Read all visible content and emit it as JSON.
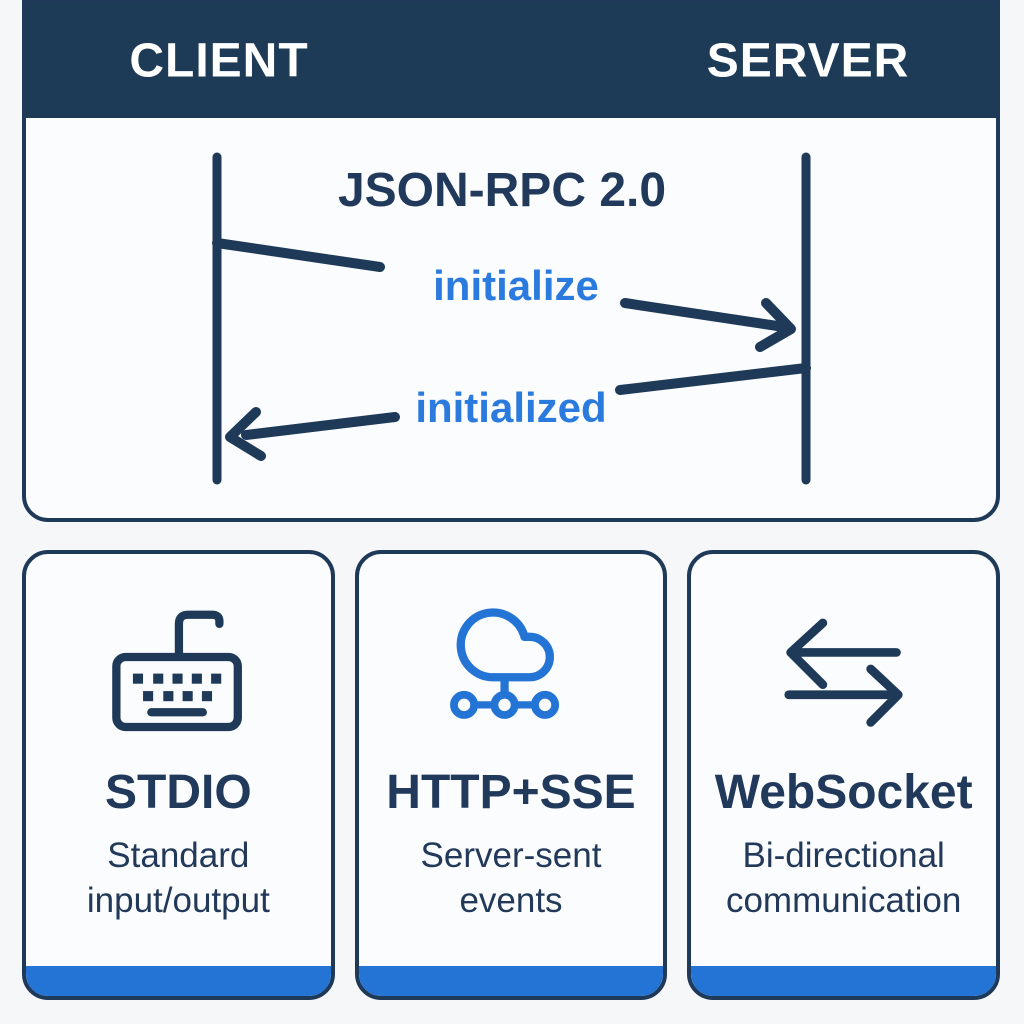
{
  "header": {
    "client_label": "CLIENT",
    "server_label": "SERVER"
  },
  "sequence": {
    "protocol_title": "JSON-RPC 2.0",
    "messages": [
      {
        "label": "initialize",
        "from": "client",
        "to": "server"
      },
      {
        "label": "initialized",
        "from": "server",
        "to": "client"
      }
    ]
  },
  "transports": [
    {
      "icon": "keyboard-icon",
      "title": "STDIO",
      "description": "Standard input/output"
    },
    {
      "icon": "cloud-network-icon",
      "title": "HTTP+SSE",
      "description": "Server-sent events"
    },
    {
      "icon": "bidirectional-arrows-icon",
      "title": "WebSocket",
      "description": "Bi-directional communication"
    }
  ],
  "colors": {
    "header_navy": "#1d3a56",
    "line_navy": "#1e3a58",
    "text_navy": "#21395a",
    "accent_blue": "#2474d6",
    "message_blue": "#2b7ade",
    "background": "#f6f7f8",
    "surface": "#fbfcfd"
  }
}
